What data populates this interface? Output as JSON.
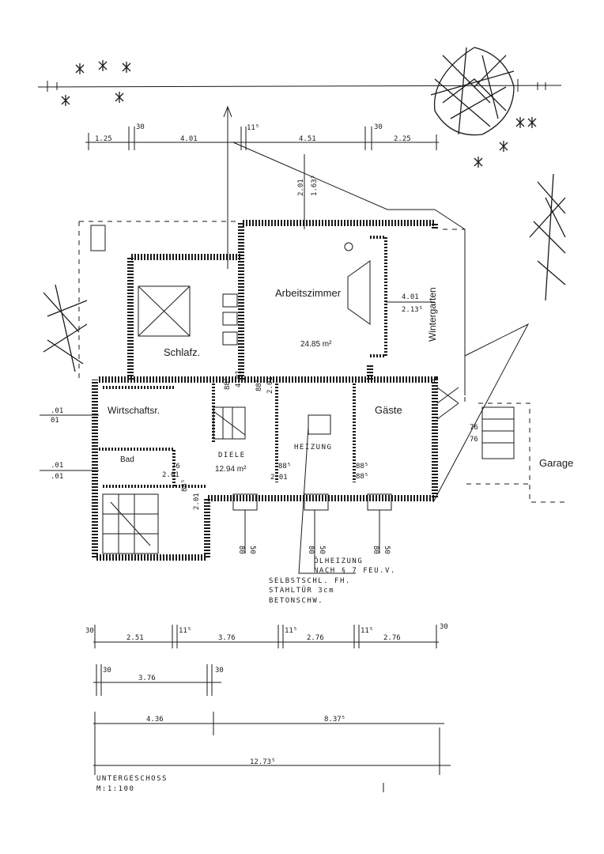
{
  "plan": {
    "title": "UNTERGESCHOSS",
    "scale": "M:1:100",
    "rooms": {
      "arbeitszimmer": "Arbeitszimmer",
      "arbeitszimmer_area": "24.85 m²",
      "schlafz": "Schlafz.",
      "wintergarten": "Wintergarten",
      "wirtschaftsr": "Wirtschaftsr.",
      "gaeste": "Gäste",
      "heizung": "HEIZUNG",
      "bad": "Bad",
      "diele": "DIELE",
      "diele_area": "12.94 m²",
      "garage": "Garage"
    },
    "notes": {
      "oelheizung_1": "ÖLHEIZUNG",
      "oelheizung_2": "NACH § 7 FEU.V.",
      "selbst_1": "SELBSTSCHL. FH.",
      "selbst_2": "STAHLTÜR 3cm",
      "selbst_3": "BETONSCHW."
    },
    "top_dimensions": {
      "d1": "1.25",
      "d2": "30",
      "d3": "4.01",
      "d4": "11⁵",
      "d5": "4.51",
      "d6": "30",
      "d7": "2.25"
    },
    "inner_dimensions": {
      "v201": "2.01",
      "v163": "1.63⁵",
      "w401": "4.01",
      "w213": "2.13⁵",
      "d88a": "88⁵",
      "d401": "4.01",
      "d88b": "88⁵",
      "d201a": "2.01",
      "l01a": ".01",
      "l01b": "01",
      "l01c": ".01",
      "l01d": ".01",
      "b76": "76",
      "b201": "2.01",
      "b88": "88⁵",
      "b201v": "2.01",
      "h88a": "88⁵",
      "h201": "2.01",
      "h88b": "88⁵",
      "h88c": "88⁵",
      "g76a": "76",
      "g76b": "76",
      "w80a": "80",
      "w50a": "50",
      "w80b": "80",
      "w50b": "50",
      "w80c": "80",
      "w50c": "50"
    },
    "bottom_dimensions": {
      "r1_30a": "30",
      "r1_251": "2.51",
      "r1_115a": "11⁵",
      "r1_376": "3.76",
      "r1_115b": "11⁵",
      "r1_276a": "2.76",
      "r1_115c": "11⁵",
      "r1_276b": "2.76",
      "r1_30b": "30",
      "r2_30a": "30",
      "r2_376": "3.76",
      "r2_30b": "30",
      "r3_436": "4.36",
      "r3_8375": "8.37⁵",
      "r4_1273": "12.73⁵"
    }
  }
}
